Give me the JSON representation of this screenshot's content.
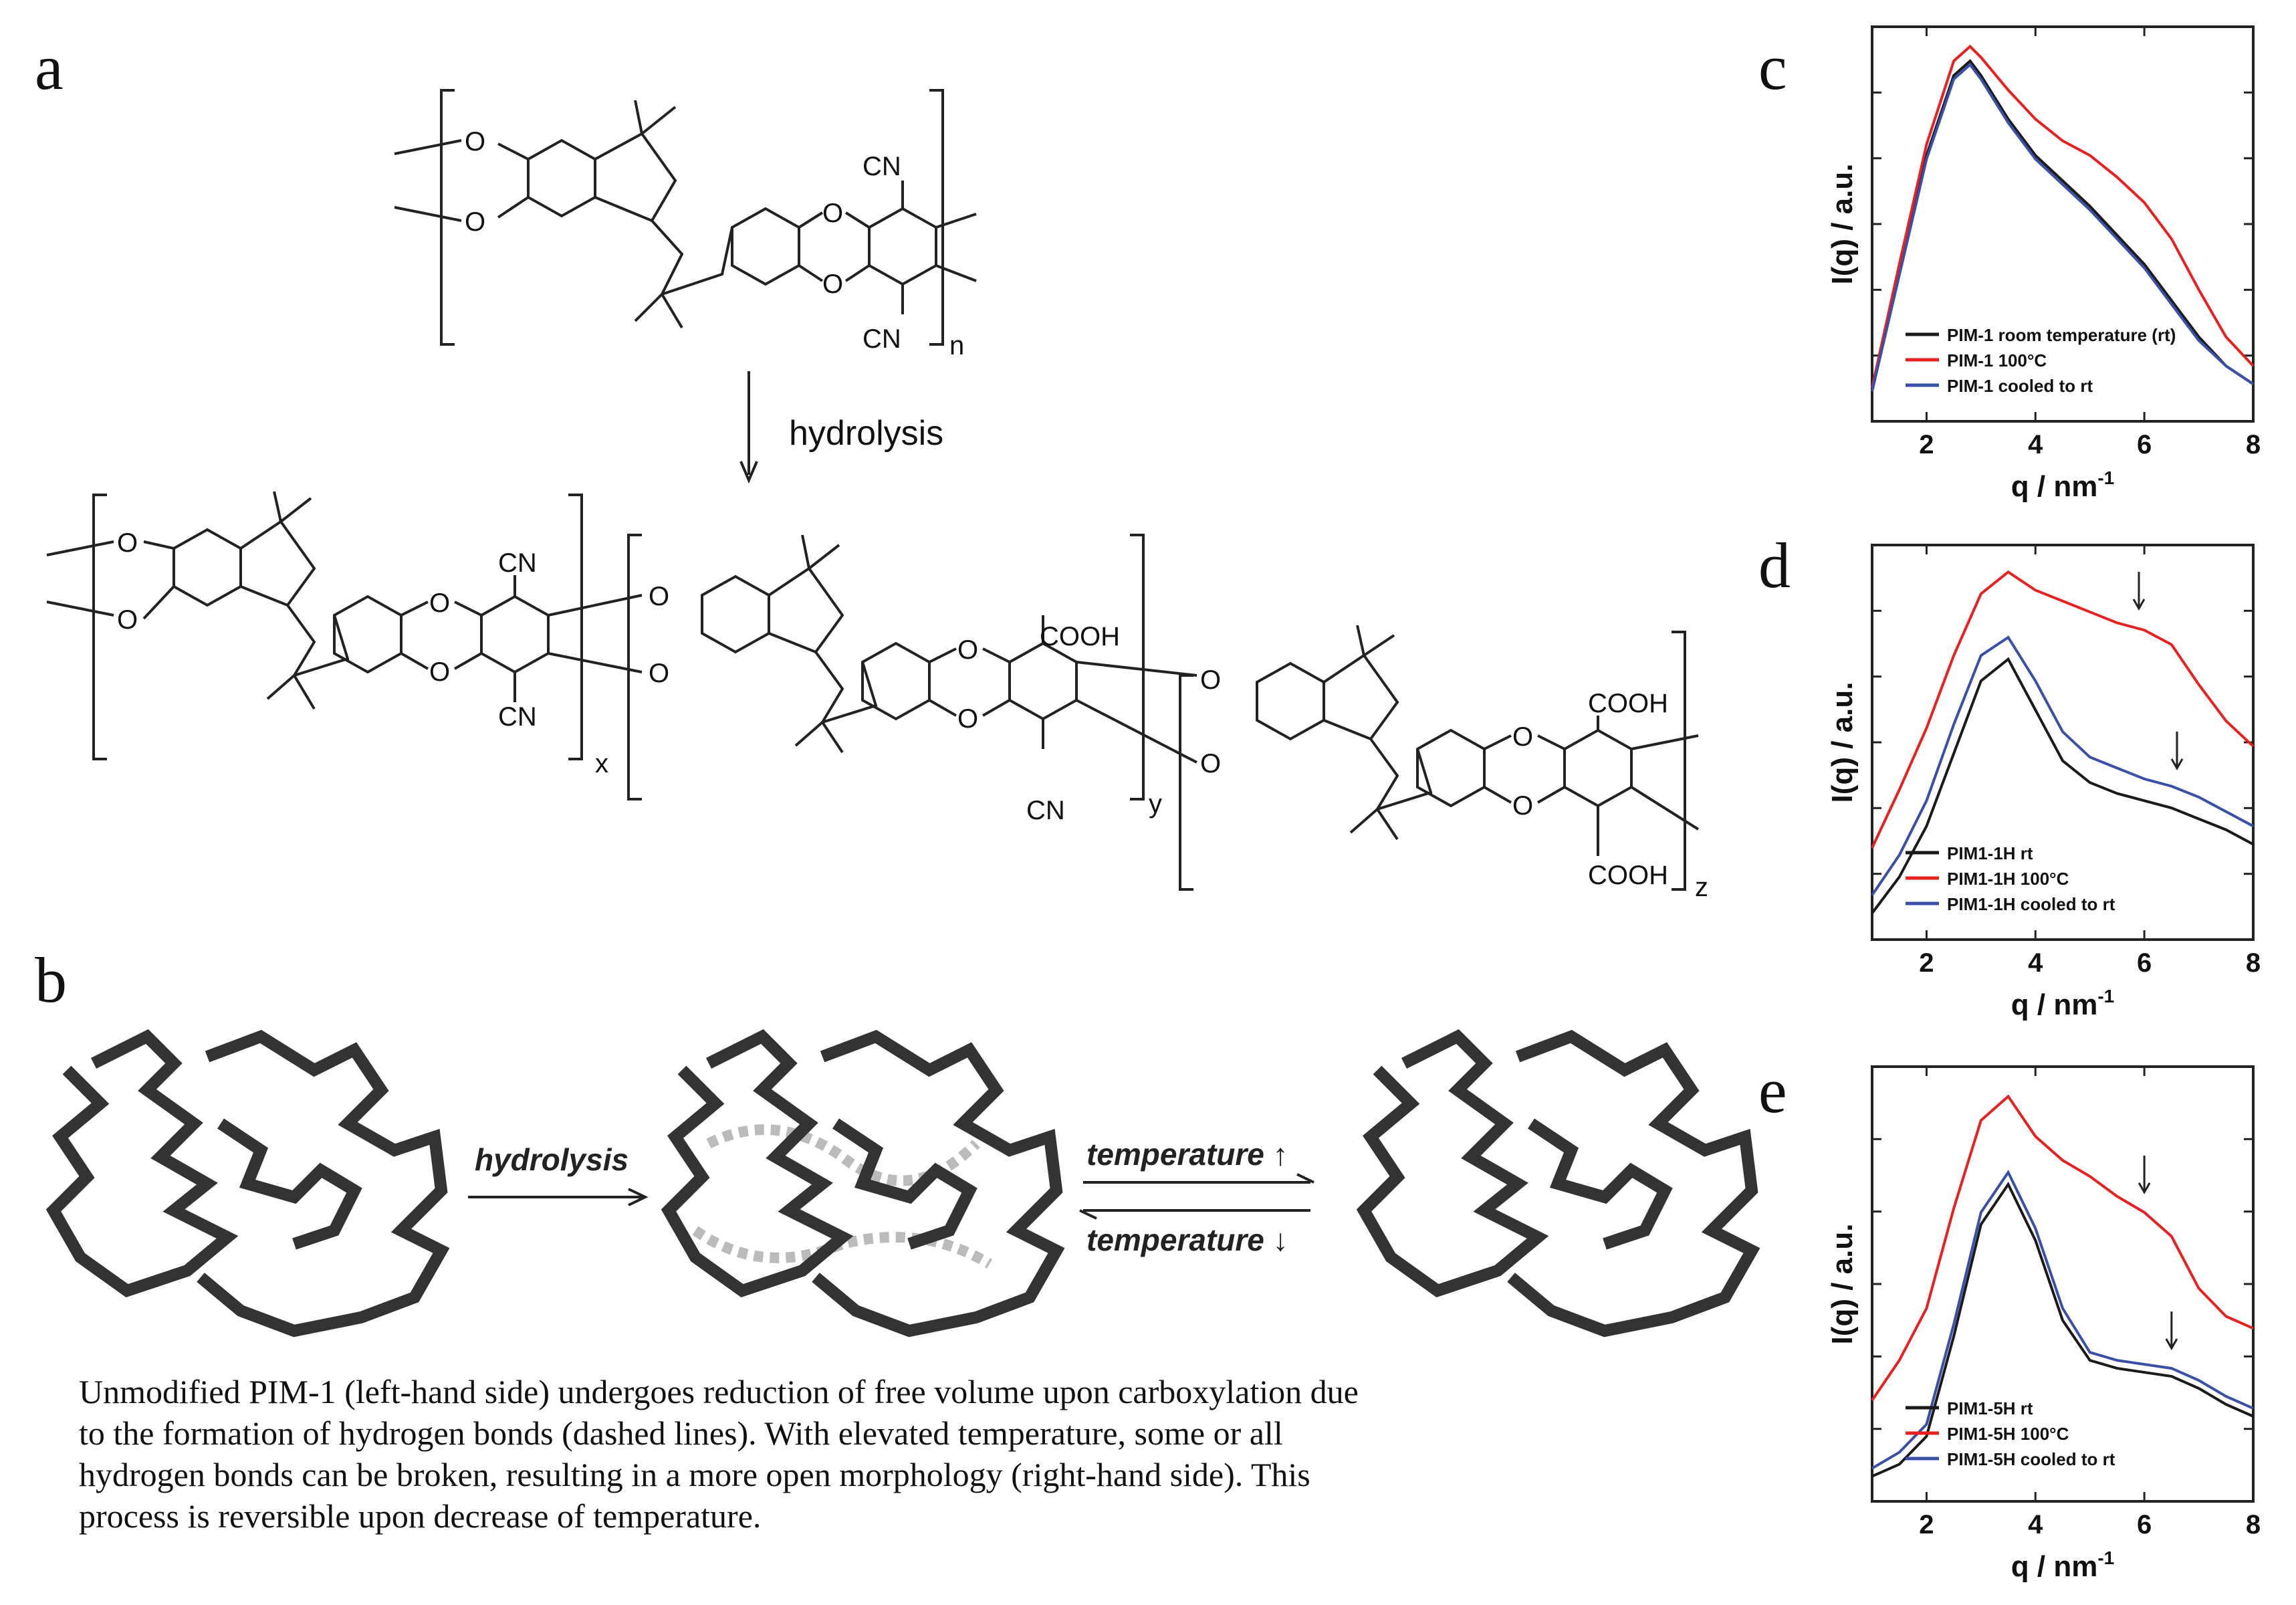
{
  "panels": {
    "a": "a",
    "b": "b",
    "c": "c",
    "d": "d",
    "e": "e"
  },
  "scheme_a": {
    "top_labels": {
      "cn_top": "CN",
      "cn_bottom": "CN",
      "o": "O",
      "n": "n"
    },
    "arrow_label": "hydrolysis",
    "bottom_labels": {
      "cn": "CN",
      "cooh": "COOH",
      "x": "x",
      "y": "y",
      "z": "z",
      "o": "O"
    }
  },
  "scheme_b": {
    "hydrolysis": "hydrolysis",
    "temp_up": "temperature ↑",
    "temp_down": "temperature ↓"
  },
  "caption": {
    "line1": "Unmodified PIM-1 (left-hand side) undergoes reduction of free volume upon carboxylation due",
    "line2": "to the formation of hydrogen bonds (dashed lines). With elevated temperature, some or all",
    "line3": "hydrogen bonds can be broken, resulting in a more open morphology (right-hand side). This",
    "line4": "process is reversible upon decrease of temperature."
  },
  "colors": {
    "black": "#1a1a1a",
    "red": "#e82020",
    "blue": "#3a4fa8"
  },
  "chart_data": [
    {
      "type": "line",
      "panel": "c",
      "xlabel": "q / nm",
      "xlabel_sup": "-1",
      "ylabel": "I(q) / a.u.",
      "xlim": [
        1,
        8
      ],
      "xticks": [
        "2",
        "4",
        "6",
        "8"
      ],
      "series": [
        {
          "name": "PIM-1 room temperature (rt)",
          "color": "#1a1a1a",
          "x": [
            1.0,
            1.5,
            2.0,
            2.5,
            2.8,
            3.0,
            3.5,
            4.0,
            4.5,
            5.0,
            5.5,
            6.0,
            6.5,
            7.0,
            7.5,
            8.0
          ],
          "y": [
            0.05,
            0.38,
            0.7,
            0.92,
            0.96,
            0.92,
            0.8,
            0.7,
            0.63,
            0.56,
            0.48,
            0.4,
            0.3,
            0.2,
            0.12,
            0.07
          ]
        },
        {
          "name": "PIM-1 100°C",
          "color": "#e82020",
          "x": [
            1.0,
            1.5,
            2.0,
            2.5,
            2.8,
            3.0,
            3.5,
            4.0,
            4.5,
            5.0,
            5.5,
            6.0,
            6.5,
            7.0,
            7.5,
            8.0
          ],
          "y": [
            0.06,
            0.4,
            0.73,
            0.96,
            1.0,
            0.97,
            0.88,
            0.8,
            0.74,
            0.7,
            0.64,
            0.57,
            0.47,
            0.33,
            0.2,
            0.12
          ]
        },
        {
          "name": "PIM-1 cooled to rt",
          "color": "#3a4fa8",
          "x": [
            1.0,
            1.5,
            2.0,
            2.5,
            2.8,
            3.0,
            3.5,
            4.0,
            4.5,
            5.0,
            5.5,
            6.0,
            6.5,
            7.0,
            7.5,
            8.0
          ],
          "y": [
            0.05,
            0.37,
            0.69,
            0.91,
            0.95,
            0.91,
            0.79,
            0.69,
            0.62,
            0.55,
            0.47,
            0.39,
            0.29,
            0.19,
            0.12,
            0.07
          ]
        }
      ]
    },
    {
      "type": "line",
      "panel": "d",
      "xlabel": "q / nm",
      "xlabel_sup": "-1",
      "ylabel": "I(q) / a.u.",
      "xlim": [
        1,
        8
      ],
      "xticks": [
        "2",
        "4",
        "6",
        "8"
      ],
      "arrows_at_x": [
        5.9,
        6.6
      ],
      "series": [
        {
          "name": "PIM1-1H rt",
          "color": "#1a1a1a",
          "x": [
            1.0,
            1.5,
            2.0,
            2.5,
            3.0,
            3.5,
            4.0,
            4.5,
            5.0,
            5.5,
            6.0,
            6.5,
            7.0,
            7.5,
            8.0
          ],
          "y": [
            0.04,
            0.14,
            0.28,
            0.48,
            0.68,
            0.74,
            0.6,
            0.46,
            0.4,
            0.37,
            0.35,
            0.33,
            0.3,
            0.27,
            0.23
          ]
        },
        {
          "name": "PIM1-1H 100°C",
          "color": "#e82020",
          "x": [
            1.0,
            1.5,
            2.0,
            2.5,
            3.0,
            3.5,
            4.0,
            4.5,
            5.0,
            5.5,
            6.0,
            6.5,
            7.0,
            7.5,
            8.0
          ],
          "y": [
            0.22,
            0.38,
            0.55,
            0.75,
            0.92,
            0.98,
            0.93,
            0.9,
            0.87,
            0.84,
            0.82,
            0.78,
            0.67,
            0.57,
            0.5
          ]
        },
        {
          "name": "PIM1-1H cooled to rt",
          "color": "#3a4fa8",
          "x": [
            1.0,
            1.5,
            2.0,
            2.5,
            3.0,
            3.5,
            4.0,
            4.5,
            5.0,
            5.5,
            6.0,
            6.5,
            7.0,
            7.5,
            8.0
          ],
          "y": [
            0.09,
            0.2,
            0.35,
            0.56,
            0.75,
            0.8,
            0.68,
            0.54,
            0.47,
            0.44,
            0.41,
            0.39,
            0.36,
            0.32,
            0.28
          ]
        }
      ]
    },
    {
      "type": "line",
      "panel": "e",
      "xlabel": "q / nm",
      "xlabel_sup": "-1",
      "ylabel": "I(q) / a.u.",
      "xlim": [
        1,
        8
      ],
      "xticks": [
        "2",
        "4",
        "6",
        "8"
      ],
      "arrows_at_x": [
        6.0,
        6.5
      ],
      "series": [
        {
          "name": "PIM1-5H rt",
          "color": "#1a1a1a",
          "x": [
            1.0,
            1.5,
            2.0,
            2.5,
            3.0,
            3.5,
            4.0,
            4.5,
            5.0,
            5.5,
            6.0,
            6.5,
            7.0,
            7.5,
            8.0
          ],
          "y": [
            0.03,
            0.06,
            0.13,
            0.38,
            0.66,
            0.76,
            0.62,
            0.42,
            0.32,
            0.3,
            0.29,
            0.28,
            0.25,
            0.21,
            0.18
          ]
        },
        {
          "name": "PIM1-5H 100°C",
          "color": "#e82020",
          "x": [
            1.0,
            1.5,
            2.0,
            2.5,
            3.0,
            3.5,
            4.0,
            4.5,
            5.0,
            5.5,
            6.0,
            6.5,
            7.0,
            7.5,
            8.0
          ],
          "y": [
            0.22,
            0.32,
            0.45,
            0.7,
            0.92,
            0.98,
            0.88,
            0.82,
            0.78,
            0.73,
            0.69,
            0.63,
            0.5,
            0.43,
            0.4
          ]
        },
        {
          "name": "PIM1-5H cooled to rt",
          "color": "#3a4fa8",
          "x": [
            1.0,
            1.5,
            2.0,
            2.5,
            3.0,
            3.5,
            4.0,
            4.5,
            5.0,
            5.5,
            6.0,
            6.5,
            7.0,
            7.5,
            8.0
          ],
          "y": [
            0.05,
            0.09,
            0.16,
            0.41,
            0.69,
            0.79,
            0.65,
            0.45,
            0.34,
            0.32,
            0.31,
            0.3,
            0.27,
            0.23,
            0.2
          ]
        }
      ]
    }
  ]
}
